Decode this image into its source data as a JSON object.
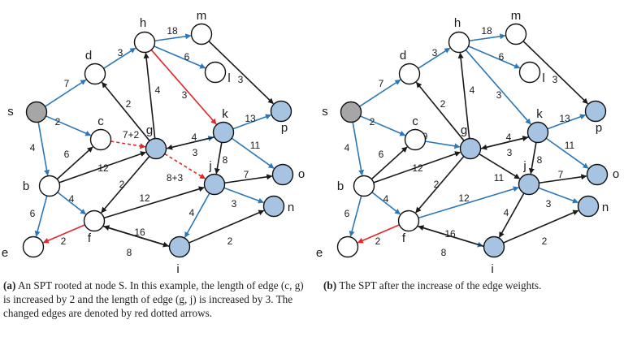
{
  "colors": {
    "tree_edge": "#2b77b8",
    "non_tree_edge": "#1a1a1a",
    "changed_edge": "#e2262a",
    "node_blue": "#a7c3e2",
    "node_gray": "#a6a6a6",
    "node_white": "#ffffff"
  },
  "panel_a": {
    "caption_label": "(a)",
    "caption_text": "An SPT rooted at node S. In this example, the length of edge (c, g) is increased by 2 and the length of edge (g, j) is increased by 3. The changed edges are denoted by red dotted arrows.",
    "nodes": [
      {
        "id": "s",
        "label": "s",
        "fill": "gray"
      },
      {
        "id": "d",
        "label": "d",
        "fill": "white"
      },
      {
        "id": "c",
        "label": "c",
        "fill": "white"
      },
      {
        "id": "b",
        "label": "b",
        "fill": "white"
      },
      {
        "id": "e",
        "label": "e",
        "fill": "white"
      },
      {
        "id": "h",
        "label": "h",
        "fill": "white"
      },
      {
        "id": "m",
        "label": "m",
        "fill": "white"
      },
      {
        "id": "l",
        "label": "l",
        "fill": "white"
      },
      {
        "id": "g",
        "label": "g",
        "fill": "blue"
      },
      {
        "id": "k",
        "label": "k",
        "fill": "blue"
      },
      {
        "id": "p",
        "label": "p",
        "fill": "blue"
      },
      {
        "id": "j",
        "label": "j",
        "fill": "blue"
      },
      {
        "id": "o",
        "label": "o",
        "fill": "blue"
      },
      {
        "id": "n",
        "label": "n",
        "fill": "blue"
      },
      {
        "id": "f",
        "label": "f",
        "fill": "white"
      },
      {
        "id": "i",
        "label": "i",
        "fill": "blue"
      }
    ],
    "edges": [
      {
        "from": "s",
        "to": "d",
        "w": "7",
        "style": "tree"
      },
      {
        "from": "s",
        "to": "c",
        "w": "2",
        "style": "tree"
      },
      {
        "from": "s",
        "to": "b",
        "w": "4",
        "style": "tree"
      },
      {
        "from": "d",
        "to": "h",
        "w": "3",
        "style": "tree"
      },
      {
        "from": "h",
        "to": "m",
        "w": "18",
        "style": "tree"
      },
      {
        "from": "h",
        "to": "l",
        "w": "6",
        "style": "tree"
      },
      {
        "from": "h",
        "to": "k",
        "w": "3",
        "style": "changed"
      },
      {
        "from": "m",
        "to": "p",
        "w": "3",
        "style": "black"
      },
      {
        "from": "g",
        "to": "d",
        "w": "2",
        "style": "black"
      },
      {
        "from": "g",
        "to": "h",
        "w": "4",
        "style": "black"
      },
      {
        "from": "c",
        "to": "g",
        "w": "7+2",
        "style": "changed-dotted"
      },
      {
        "from": "b",
        "to": "c",
        "w": "6",
        "style": "black"
      },
      {
        "from": "b",
        "to": "g",
        "w": "12",
        "style": "black"
      },
      {
        "from": "g",
        "to": "k",
        "w": "4",
        "style": "tree"
      },
      {
        "from": "k",
        "to": "g",
        "w": "3",
        "style": "black"
      },
      {
        "from": "k",
        "to": "p",
        "w": "13",
        "style": "tree"
      },
      {
        "from": "k",
        "to": "o",
        "w": "11",
        "style": "tree"
      },
      {
        "from": "k",
        "to": "j",
        "w": "8",
        "style": "black"
      },
      {
        "from": "g",
        "to": "j",
        "w": "8+3",
        "style": "changed-dotted"
      },
      {
        "from": "j",
        "to": "o",
        "w": "7",
        "style": "black"
      },
      {
        "from": "j",
        "to": "n",
        "w": "3",
        "style": "tree"
      },
      {
        "from": "j",
        "to": "i",
        "w": "4",
        "style": "tree"
      },
      {
        "from": "g",
        "to": "f",
        "w": "2",
        "style": "black"
      },
      {
        "from": "f",
        "to": "j",
        "w": "12",
        "style": "black"
      },
      {
        "from": "b",
        "to": "f",
        "w": "4",
        "style": "tree"
      },
      {
        "from": "b",
        "to": "e",
        "w": "6",
        "style": "tree"
      },
      {
        "from": "f",
        "to": "e",
        "w": "2",
        "style": "changed"
      },
      {
        "from": "f",
        "to": "i",
        "w": "16",
        "style": "black"
      },
      {
        "from": "i",
        "to": "f",
        "w": "8",
        "style": "black"
      },
      {
        "from": "i",
        "to": "n",
        "w": "2",
        "style": "black"
      }
    ]
  },
  "panel_b": {
    "caption_label": "(b)",
    "caption_text": "The SPT after the increase of the edge weights.",
    "nodes": [
      {
        "id": "s",
        "label": "s",
        "fill": "gray"
      },
      {
        "id": "d",
        "label": "d",
        "fill": "white"
      },
      {
        "id": "c",
        "label": "c",
        "fill": "white"
      },
      {
        "id": "b",
        "label": "b",
        "fill": "white"
      },
      {
        "id": "e",
        "label": "e",
        "fill": "white"
      },
      {
        "id": "h",
        "label": "h",
        "fill": "white"
      },
      {
        "id": "m",
        "label": "m",
        "fill": "white"
      },
      {
        "id": "l",
        "label": "l",
        "fill": "white"
      },
      {
        "id": "g",
        "label": "g",
        "fill": "blue"
      },
      {
        "id": "k",
        "label": "k",
        "fill": "blue"
      },
      {
        "id": "p",
        "label": "p",
        "fill": "blue"
      },
      {
        "id": "j",
        "label": "j",
        "fill": "blue"
      },
      {
        "id": "o",
        "label": "o",
        "fill": "blue"
      },
      {
        "id": "n",
        "label": "n",
        "fill": "blue"
      },
      {
        "id": "f",
        "label": "f",
        "fill": "white"
      },
      {
        "id": "i",
        "label": "i",
        "fill": "blue"
      }
    ],
    "edges": [
      {
        "from": "s",
        "to": "d",
        "w": "7",
        "style": "tree"
      },
      {
        "from": "s",
        "to": "c",
        "w": "2",
        "style": "tree"
      },
      {
        "from": "s",
        "to": "b",
        "w": "4",
        "style": "tree"
      },
      {
        "from": "d",
        "to": "h",
        "w": "3",
        "style": "tree"
      },
      {
        "from": "h",
        "to": "m",
        "w": "18",
        "style": "tree"
      },
      {
        "from": "h",
        "to": "l",
        "w": "6",
        "style": "tree"
      },
      {
        "from": "h",
        "to": "k",
        "w": "3",
        "style": "tree"
      },
      {
        "from": "m",
        "to": "p",
        "w": "3",
        "style": "black"
      },
      {
        "from": "g",
        "to": "d",
        "w": "2",
        "style": "black"
      },
      {
        "from": "g",
        "to": "h",
        "w": "4",
        "style": "black"
      },
      {
        "from": "c",
        "to": "g",
        "w": "9",
        "style": "tree"
      },
      {
        "from": "b",
        "to": "c",
        "w": "6",
        "style": "black"
      },
      {
        "from": "b",
        "to": "g",
        "w": "12",
        "style": "black"
      },
      {
        "from": "g",
        "to": "k",
        "w": "4",
        "style": "black"
      },
      {
        "from": "k",
        "to": "g",
        "w": "3",
        "style": "black"
      },
      {
        "from": "k",
        "to": "p",
        "w": "13",
        "style": "tree"
      },
      {
        "from": "k",
        "to": "o",
        "w": "11",
        "style": "tree"
      },
      {
        "from": "k",
        "to": "j",
        "w": "8",
        "style": "black"
      },
      {
        "from": "g",
        "to": "j",
        "w": "11",
        "style": "black"
      },
      {
        "from": "j",
        "to": "o",
        "w": "7",
        "style": "black"
      },
      {
        "from": "j",
        "to": "n",
        "w": "3",
        "style": "tree"
      },
      {
        "from": "j",
        "to": "i",
        "w": "4",
        "style": "black"
      },
      {
        "from": "g",
        "to": "f",
        "w": "2",
        "style": "black"
      },
      {
        "from": "f",
        "to": "j",
        "w": "12",
        "style": "tree"
      },
      {
        "from": "b",
        "to": "f",
        "w": "4",
        "style": "tree"
      },
      {
        "from": "b",
        "to": "e",
        "w": "6",
        "style": "tree"
      },
      {
        "from": "f",
        "to": "e",
        "w": "2",
        "style": "changed"
      },
      {
        "from": "f",
        "to": "i",
        "w": "16",
        "style": "tree"
      },
      {
        "from": "i",
        "to": "f",
        "w": "8",
        "style": "black"
      },
      {
        "from": "i",
        "to": "n",
        "w": "2",
        "style": "black"
      }
    ]
  }
}
